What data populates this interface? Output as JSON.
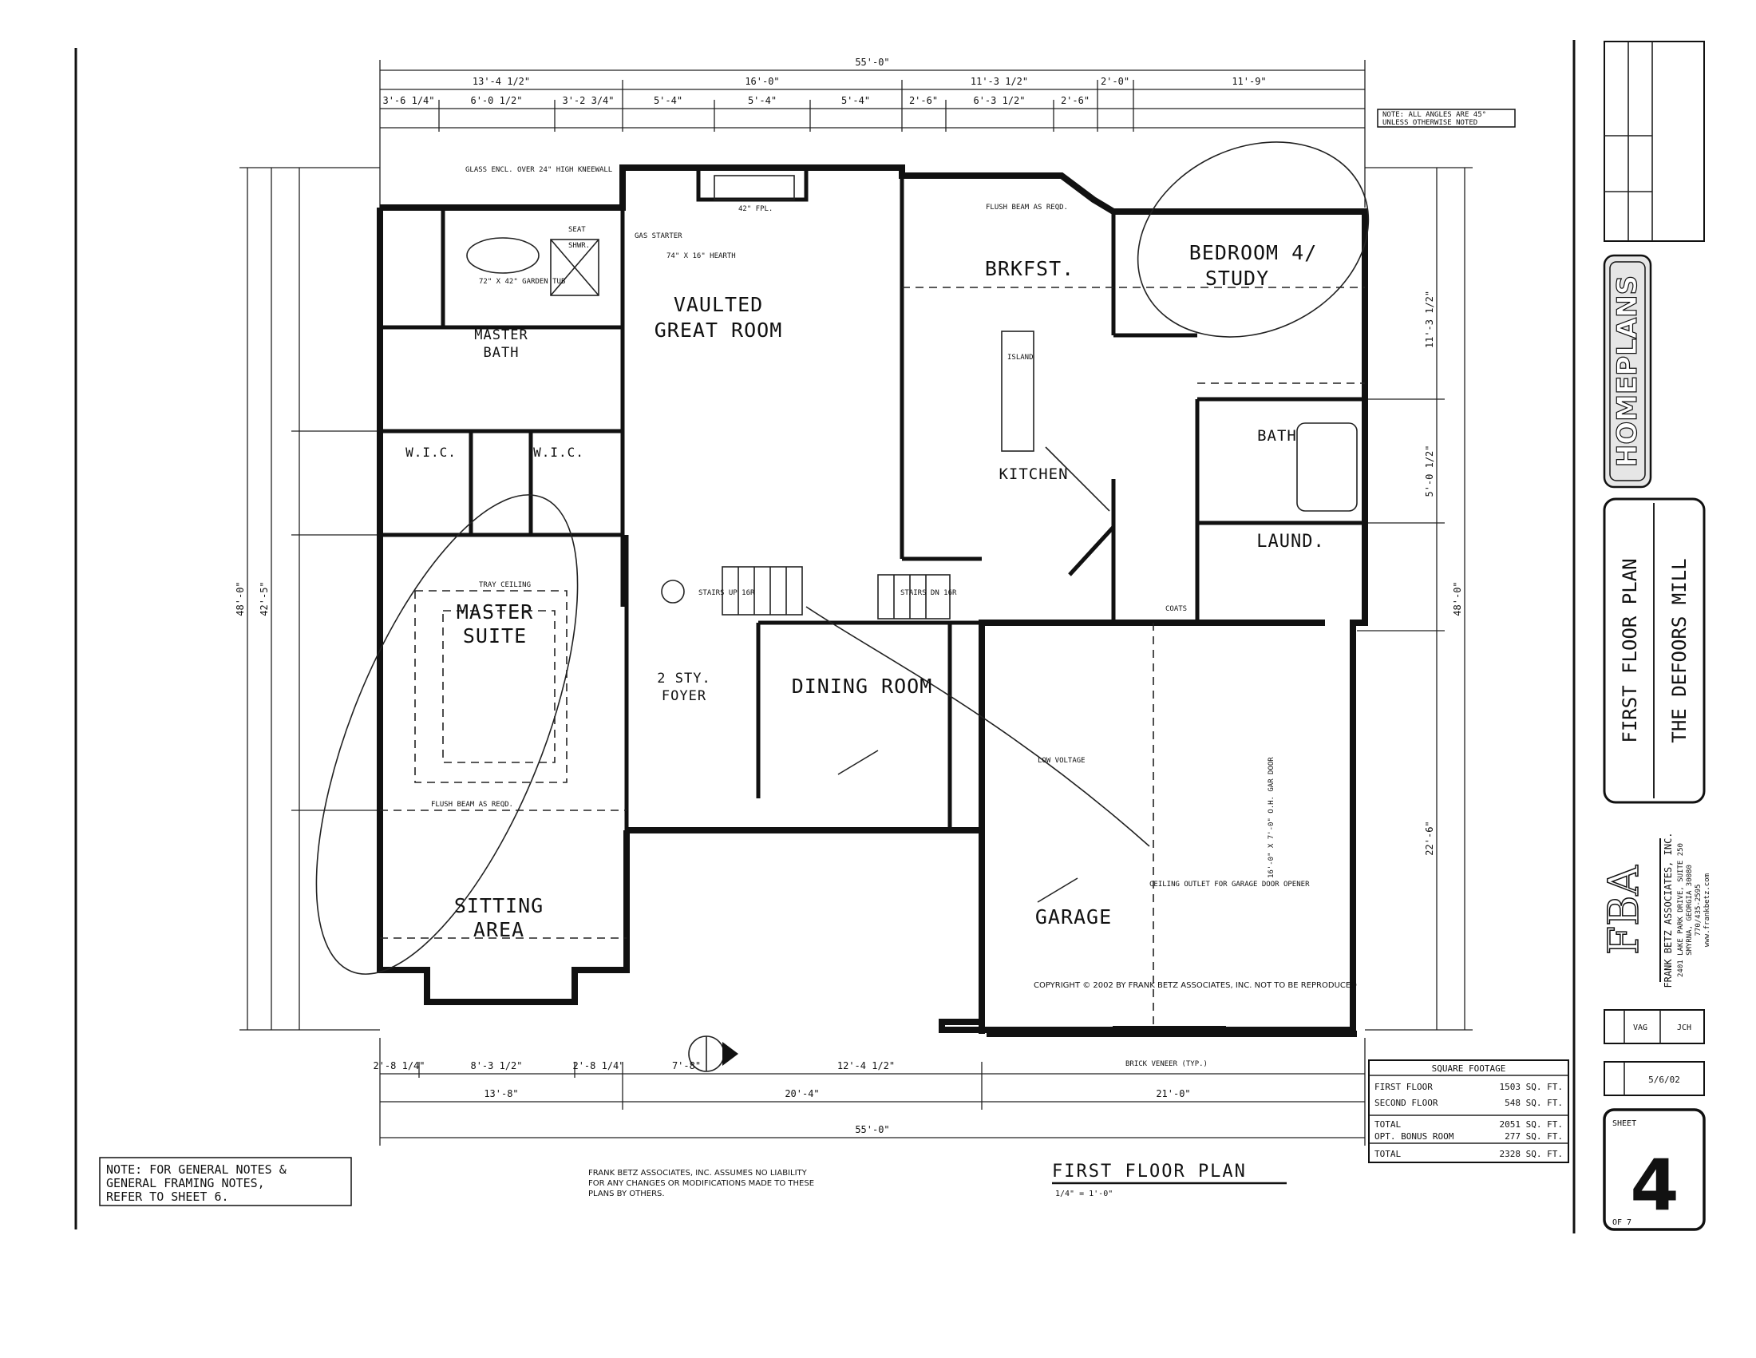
{
  "plan": {
    "title": "FIRST FLOOR PLAN",
    "scale": "1/4\" = 1'-0\"",
    "overall_width": "55'-0\"",
    "overall_depth": "48'-0\"",
    "notice_all_angles": "NOTE: ALL ANGLES ARE 45°\nUNLESS OTHERWISE NOTED",
    "general_note": "NOTE: FOR GENERAL NOTES &\nGENERAL FRAMING NOTES,\nREFER TO SHEET 6.",
    "liability": "FRANK BETZ ASSOCIATES, INC. ASSUMES NO LIABILITY\nFOR ANY CHANGES OR MODIFICATIONS MADE TO THESE\nPLANS BY OTHERS.",
    "copyright": "COPYRIGHT © 2002 BY FRANK BETZ ASSOCIATES, INC. NOT TO BE REPRODUCED",
    "rooms": [
      {
        "label": "VAULTED\nGREAT ROOM"
      },
      {
        "label": "BRKFST."
      },
      {
        "label": "BEDROOM 4/\nSTUDY"
      },
      {
        "label": "MASTER\nBATH"
      },
      {
        "label": "W.I.C."
      },
      {
        "label": "W.I.C."
      },
      {
        "label": "KITCHEN"
      },
      {
        "label": "BATH"
      },
      {
        "label": "LAUND."
      },
      {
        "label": "MASTER\nSUITE"
      },
      {
        "label": "2 STY.\nFOYER"
      },
      {
        "label": "DINING ROOM"
      },
      {
        "label": "GARAGE"
      },
      {
        "label": "SITTING\nAREA"
      }
    ],
    "top_dims": [
      "13'-4 1/2\"",
      "16'-0\"",
      "11'-3 1/2\"",
      "2'-0\"",
      "11'-9\""
    ],
    "top_dims_2": [
      "3'-6 1/4\"",
      "6'-0 1/2\"",
      "3'-2 3/4\"",
      "5'-4\"",
      "5'-4\"",
      "5'-4\"",
      "2'-6\"",
      "6'-3 1/2\"",
      "2'-6\""
    ],
    "bottom_dims": [
      "13'-8\"",
      "20'-4\"",
      "21'-0\""
    ],
    "bottom_dims_2": [
      "2'-8 1/4\"",
      "8'-3 1/2\"",
      "2'-8 1/4\"",
      "7'-8\"",
      "12'-4 1/2\""
    ],
    "left_dims": [
      "42'-5\"",
      "48'-0\""
    ],
    "right_dims": [
      "11'-3 1/2\"",
      "5'-0 1/2\"",
      "22'-6\"",
      "48'-0\""
    ],
    "misc_labels": [
      "GLASS ENCL. OVER 24\" HIGH KNEEWALL",
      "72\" X 42\" GARDEN TUB",
      "SEAT",
      "SHWR.",
      "GAS STARTER",
      "42\" FPL.",
      "74\" X 16\" HEARTH",
      "FLUSH BEAM AS REQD.",
      "ISLAND",
      "CEILING OUTLET FOR GARAGE DOOR OPENER",
      "LOW VOLTAGE",
      "16'-0\" X 7'-0\" O.H. GAR DOOR",
      "BRICK VENEER (TYP.)",
      "TRAY CEILING",
      "FLUSH BEAM AS REQD.",
      "STAIRS UP 16R",
      "STAIRS DN 16R",
      "COATS"
    ]
  },
  "square_footage": {
    "heading": "SQUARE FOOTAGE",
    "rows": [
      {
        "label": "FIRST FLOOR",
        "value": "1503 SQ. FT."
      },
      {
        "label": "SECOND FLOOR",
        "value": "548 SQ. FT."
      },
      {
        "label": "TOTAL",
        "value": "2051 SQ. FT."
      },
      {
        "label": "OPT. BONUS ROOM",
        "value": "277 SQ. FT."
      },
      {
        "label": "TOTAL",
        "value": "2328 SQ. FT."
      }
    ]
  },
  "title_block": {
    "brand": "HOMEPLANS",
    "sheet_title": "FIRST FLOOR PLAN",
    "project": "THE DEFOORS MILL",
    "firm_logo": "FBA",
    "firm_name": "FRANK BETZ ASSOCIATES, INC.",
    "firm_address": "2401 LAKE PARK DRIVE, SUITE 250",
    "firm_city": "SMYRNA, GEORGIA 30080",
    "firm_phone": "770/435-2595",
    "firm_web": "www.frankbetz.com",
    "drawn_by": "VAG",
    "checked_by": "JCH",
    "date": "5/6/02",
    "sheet_label": "SHEET",
    "sheet_number": "4",
    "sheet_of": "OF 7"
  },
  "colors": {
    "ink": "#111111",
    "paper": "#ffffff"
  }
}
